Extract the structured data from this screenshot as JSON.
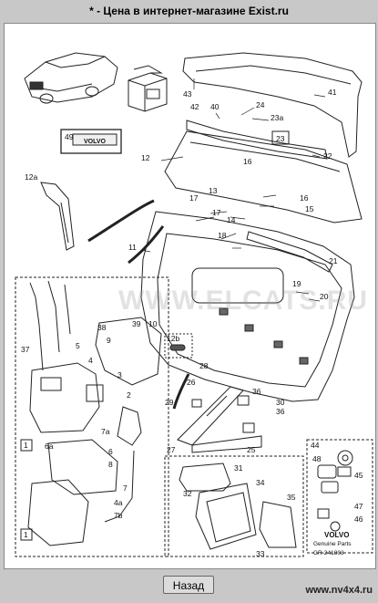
{
  "header": {
    "text": "* - Цена в интернет-магазине Exist.ru"
  },
  "diagram": {
    "watermark": "WWW.ELCATS.RU",
    "brand_text": "VOLVO",
    "genuine_parts": "Genuine Parts",
    "ref_code": "GR-241803",
    "labels": {
      "p41": "41",
      "p43": "43",
      "p42": "42",
      "p40": "40",
      "p24": "24",
      "p23a": "23a",
      "p23": "23",
      "p49": "49",
      "p12": "12",
      "p22": "22",
      "p12a": "12a",
      "p16a": "16",
      "p13": "13",
      "p16b": "16",
      "p17a": "17",
      "p17b": "17",
      "p15": "15",
      "p14": "14",
      "p18": "18",
      "p11": "11",
      "p21": "21",
      "p19": "19",
      "p20": "20",
      "p38": "38",
      "p39": "39",
      "p10": "10",
      "p37": "37",
      "p5": "5",
      "p9": "9",
      "p4": "4",
      "p3": "3",
      "p2": "2",
      "p1a": "1",
      "p6a": "6a",
      "p7a": "7a",
      "p6": "6",
      "p8": "8",
      "p1b": "1",
      "p7": "7",
      "p4a": "4a",
      "p7b": "7b",
      "p12b": "12b",
      "p28": "28",
      "p26": "26",
      "p36a": "36",
      "p29": "29",
      "p30": "30",
      "p36b": "36",
      "p27": "27",
      "p25": "25",
      "p31": "31",
      "p32": "32",
      "p34": "34",
      "p35": "35",
      "p33": "33",
      "p44": "44",
      "p48": "48",
      "p45": "45",
      "p47": "47",
      "p46": "46"
    }
  },
  "footer": {
    "back_label": "Назад",
    "site": "www.nv4x4.ru"
  }
}
